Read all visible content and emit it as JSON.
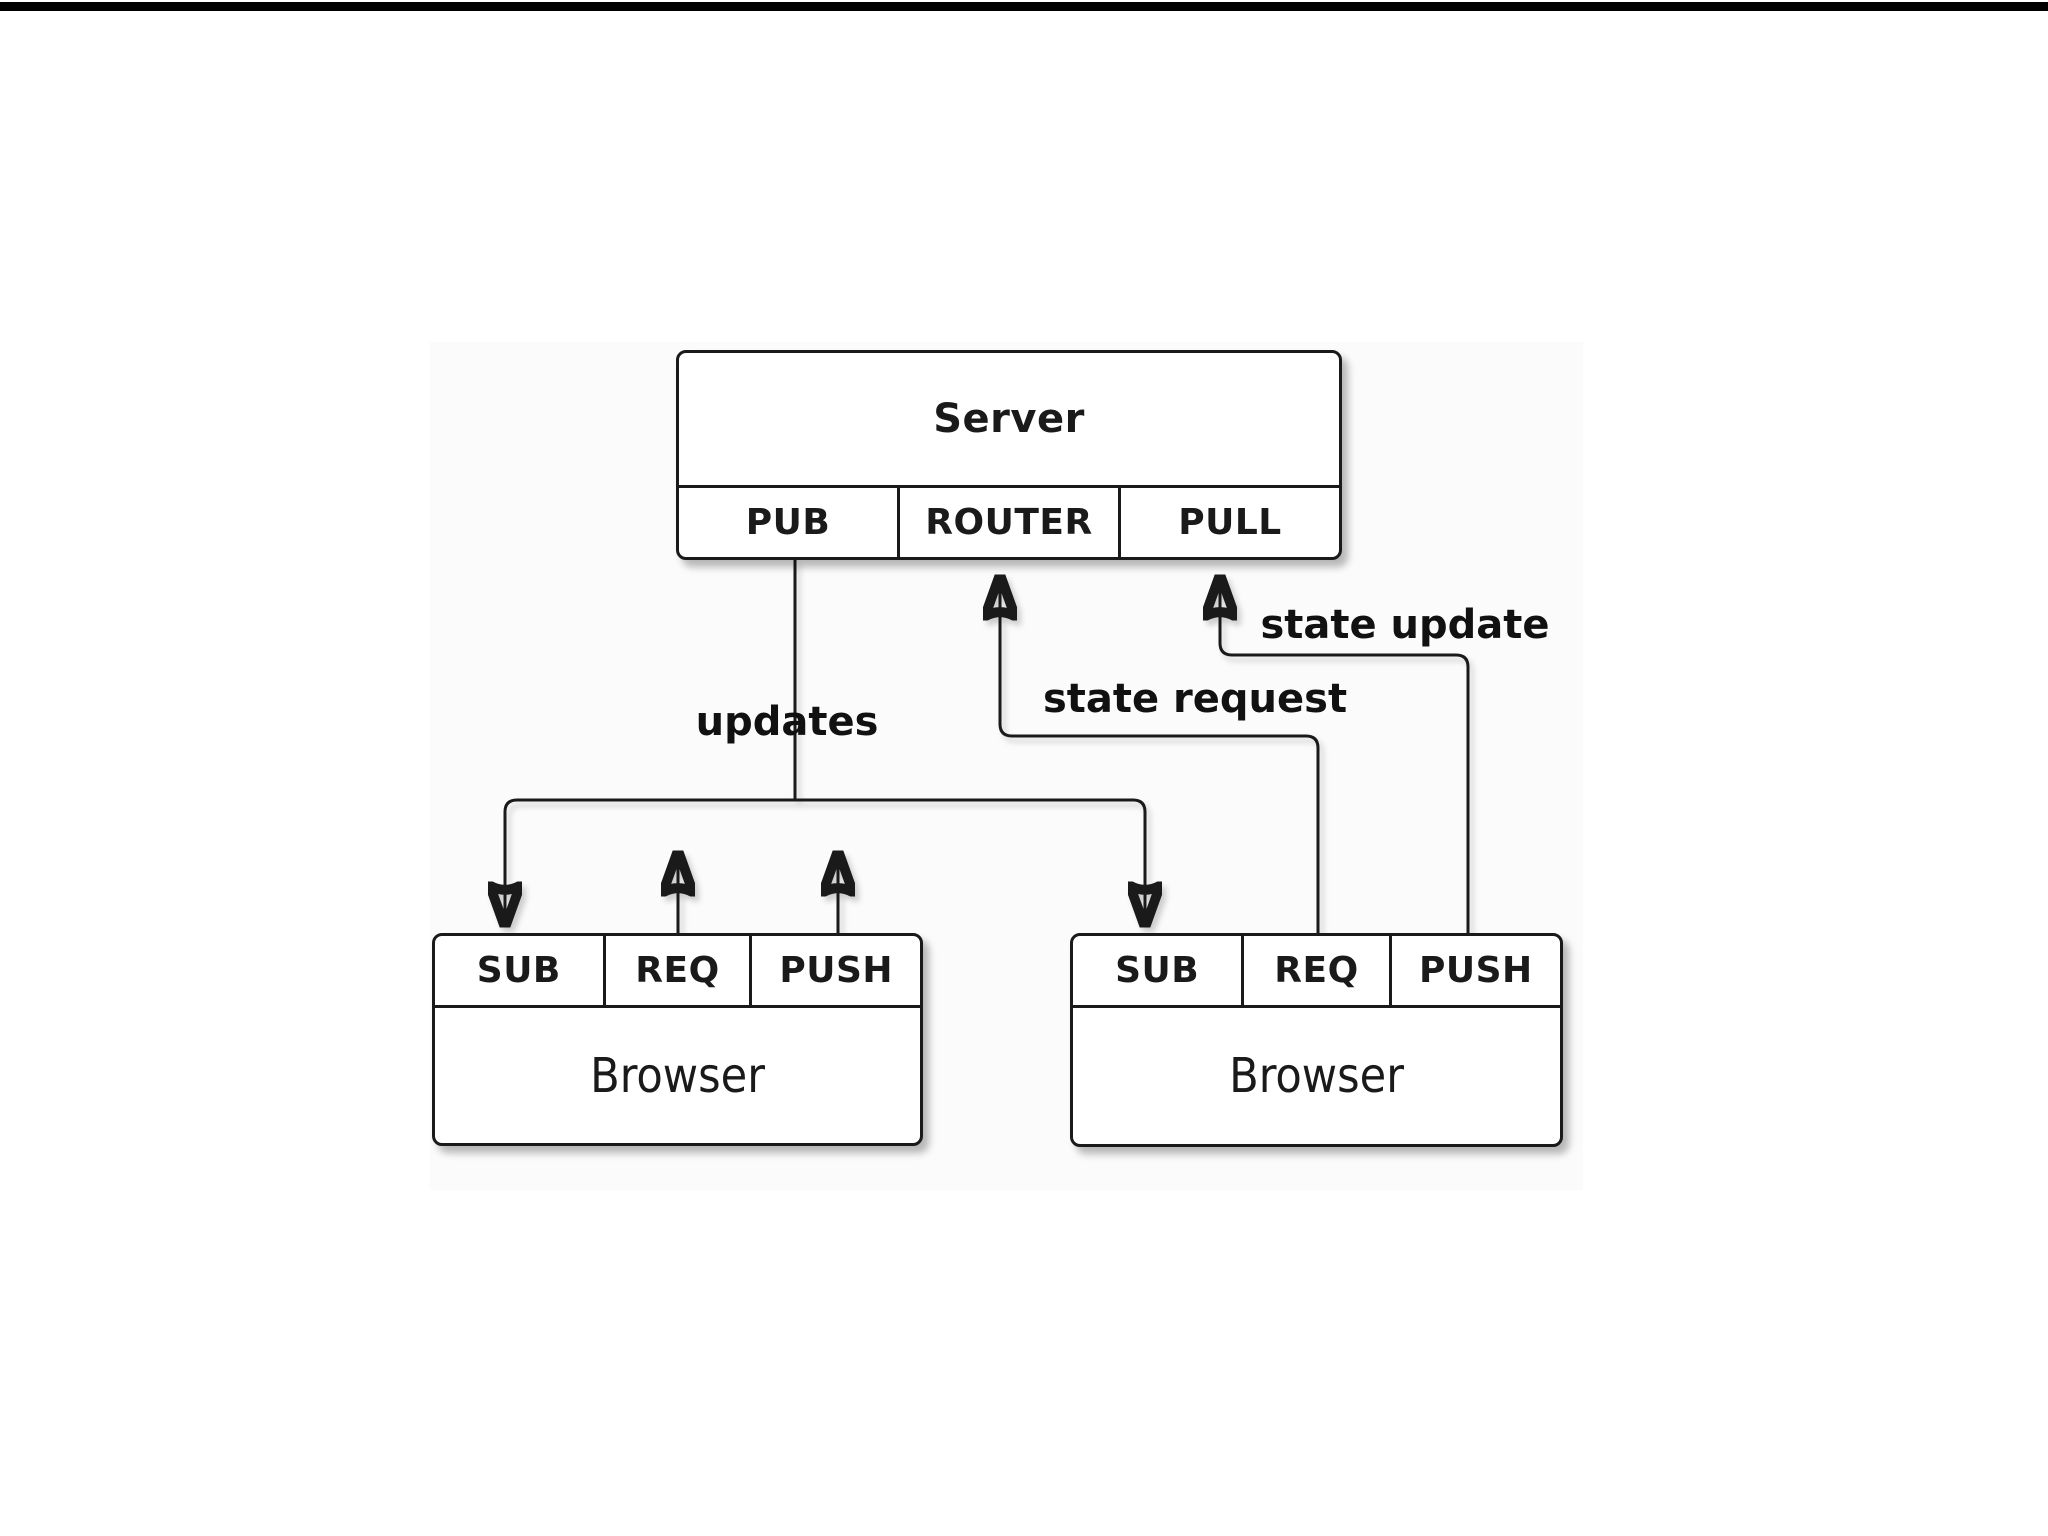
{
  "diagram": {
    "server": {
      "title": "Server",
      "sockets": [
        "PUB",
        "ROUTER",
        "PULL"
      ]
    },
    "browsers": [
      {
        "title": "Browser",
        "sockets": [
          "SUB",
          "REQ",
          "PUSH"
        ]
      },
      {
        "title": "Browser",
        "sockets": [
          "SUB",
          "REQ",
          "PUSH"
        ]
      }
    ],
    "edges": {
      "updates": "updates",
      "state_request": "state request",
      "state_update": "state update"
    },
    "colors": {
      "line": "#1a1a1a",
      "box_border": "#1a1a1a",
      "box_fill": "#ffffff",
      "background": "#ffffff",
      "top_bar": "#000000"
    }
  }
}
